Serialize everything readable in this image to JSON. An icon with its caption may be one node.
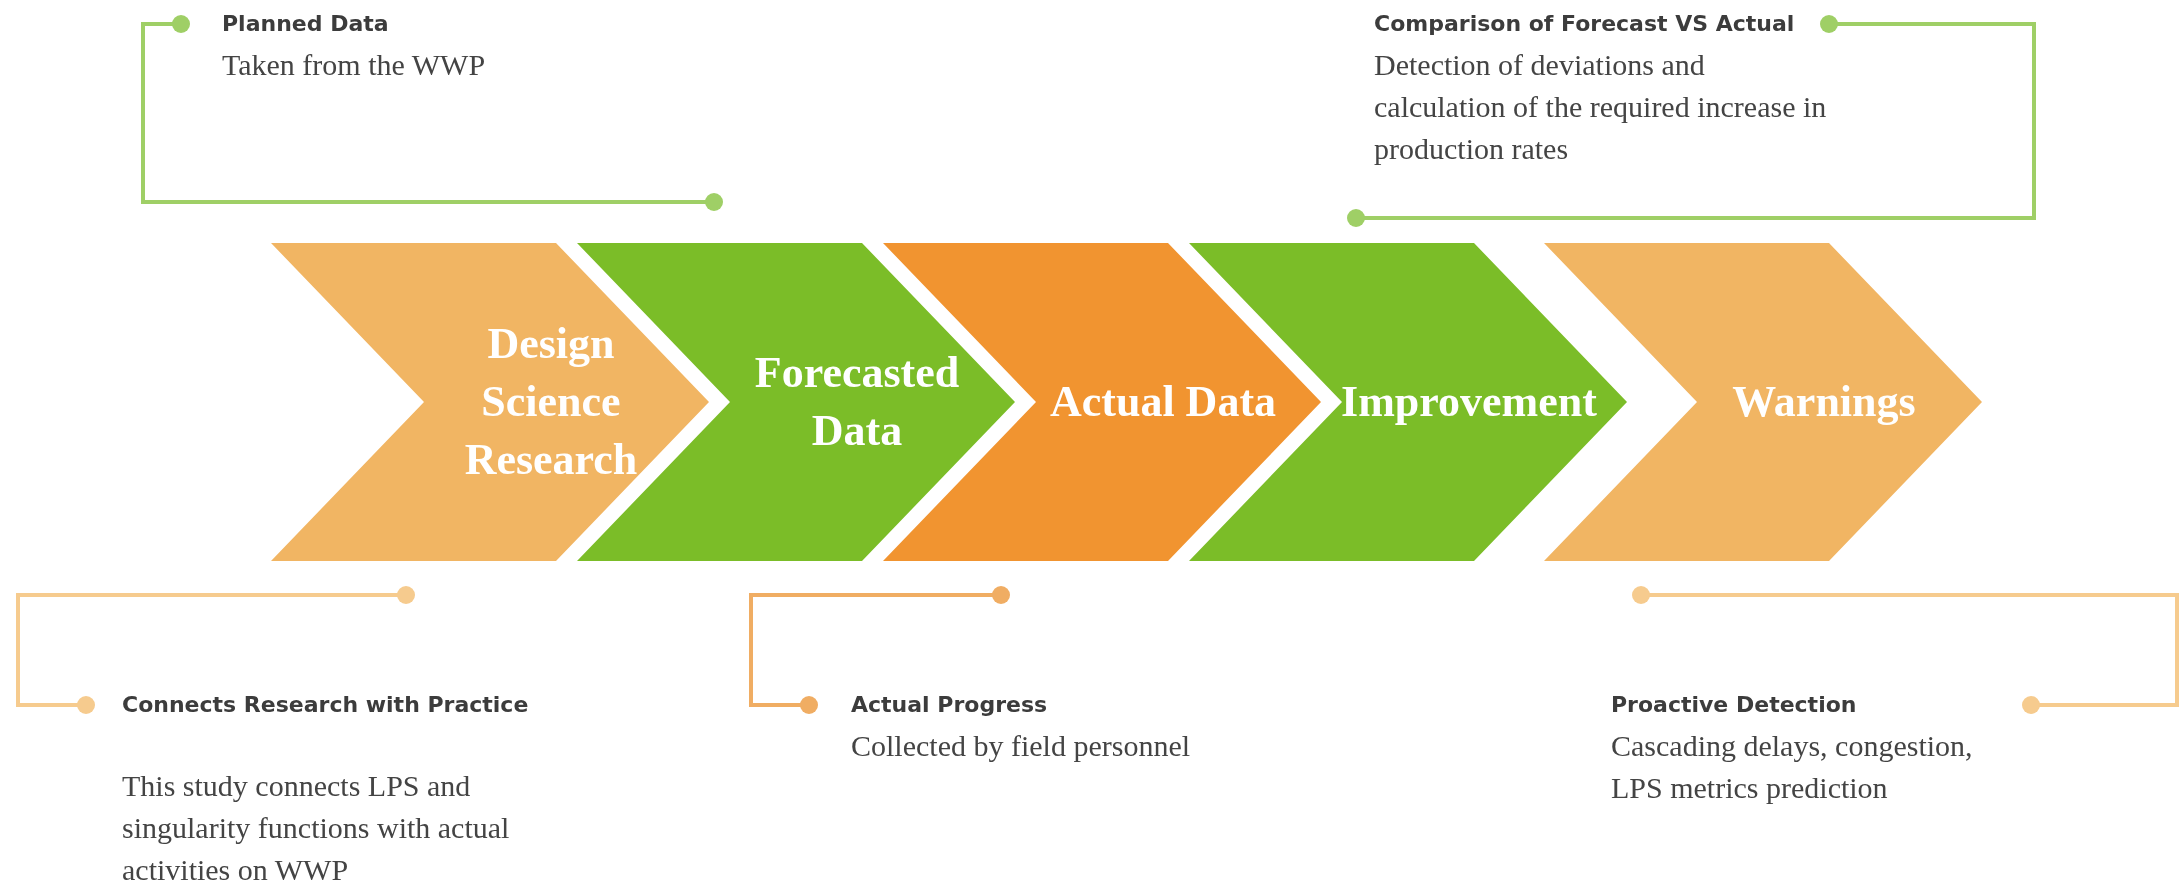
{
  "diagram": {
    "nodes": [
      {
        "text": [
          "Design Science Research"
        ]
      },
      {
        "text": [
          "Forecasted Data"
        ]
      },
      {
        "text": [
          "Actual Data"
        ]
      },
      {
        "text": [
          "Improvement"
        ]
      },
      {
        "text": [
          "Warnings"
        ]
      },
      {
        "text": [
          "Planned Data",
          "Taken from the WWP"
        ]
      },
      {
        "text": [
          "Comparison of Forecast VS Actual",
          "Detection of deviations and calculation of the required increase in production rates"
        ]
      },
      {
        "text": [
          "Connects Research with Practice",
          "This study connects LPS and singularity functions with actual activities on WWP"
        ]
      },
      {
        "text": [
          "Actual Progress",
          "Collected by field personnel"
        ]
      },
      {
        "text": [
          "Proactive Detection",
          "Cascading delays, congestion, LPS metrics prediction"
        ]
      }
    ],
    "edges": [
      {
        "from": 5,
        "to": 1,
        "arrow": "other",
        "color": "#9fcf66"
      },
      {
        "from": 6,
        "to": 3,
        "arrow": "other",
        "color": "#9fcf66"
      },
      {
        "from": 7,
        "to": 0,
        "arrow": "other",
        "color": "#f6cb8e"
      },
      {
        "from": 8,
        "to": 2,
        "arrow": "other",
        "color": "#f0ad63"
      },
      {
        "from": 9,
        "to": 4,
        "arrow": "other",
        "color": "#f6cb8e"
      }
    ]
  }
}
